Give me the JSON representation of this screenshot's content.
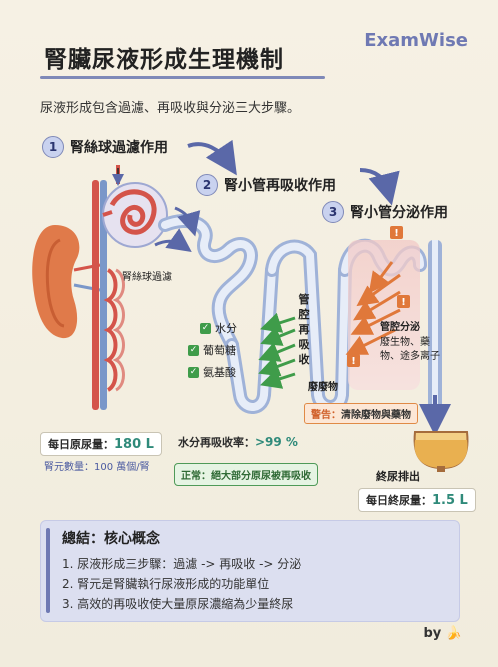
{
  "title": "腎臟尿液形成生理機制",
  "brand": "ExamWise",
  "subtitle": "尿液形成包含過濾、再吸收與分泌三大步驟。",
  "steps": [
    {
      "num": "1",
      "label": "腎絲球過濾作用"
    },
    {
      "num": "2",
      "label": "腎小管再吸收作用"
    },
    {
      "num": "3",
      "label": "腎小管分泌作用"
    }
  ],
  "labels": {
    "glomerular_filtration": "腎絲球過濾",
    "lumen_left": "管腔再吸收",
    "lumen_right": "管腔分泌",
    "secreted": "廢生物、藥物、途多离子",
    "waste": "廢廢物",
    "final_urine": "終尿排出"
  },
  "reabsorbed": [
    {
      "label": "水分"
    },
    {
      "label": "葡萄糖"
    },
    {
      "label": "氨基酸"
    }
  ],
  "warning": {
    "prefix": "警告：",
    "text": "清除廢物與藥物"
  },
  "stats": {
    "daily_filtrate_label": "每日原尿量：",
    "daily_filtrate_value": "180 L",
    "nephron_count": "腎元數量：100 萬個/腎",
    "water_reabsorb_label": "水分再吸收率：",
    "water_reabsorb_value": ">99 %",
    "normal_note": "正常：絕大部分原尿被再吸收",
    "final_label": "每日終尿量：",
    "final_value": "1.5 L"
  },
  "summary": {
    "title": "總結：核心概念",
    "items": [
      "1. 尿液形成三步驟：過濾 -> 再吸收 -> 分泌",
      "2. 腎元是腎臟執行尿液形成的功能單位",
      "3. 高效的再吸收使大量原尿濃縮為少量終尿"
    ]
  },
  "footer": "by 🍌",
  "colors": {
    "accent": "#6f79b3",
    "kidney": "#e07a4a",
    "artery": "#d4544a",
    "vein": "#7a97c9",
    "green": "#3f9c4a",
    "orange": "#e0783a"
  }
}
